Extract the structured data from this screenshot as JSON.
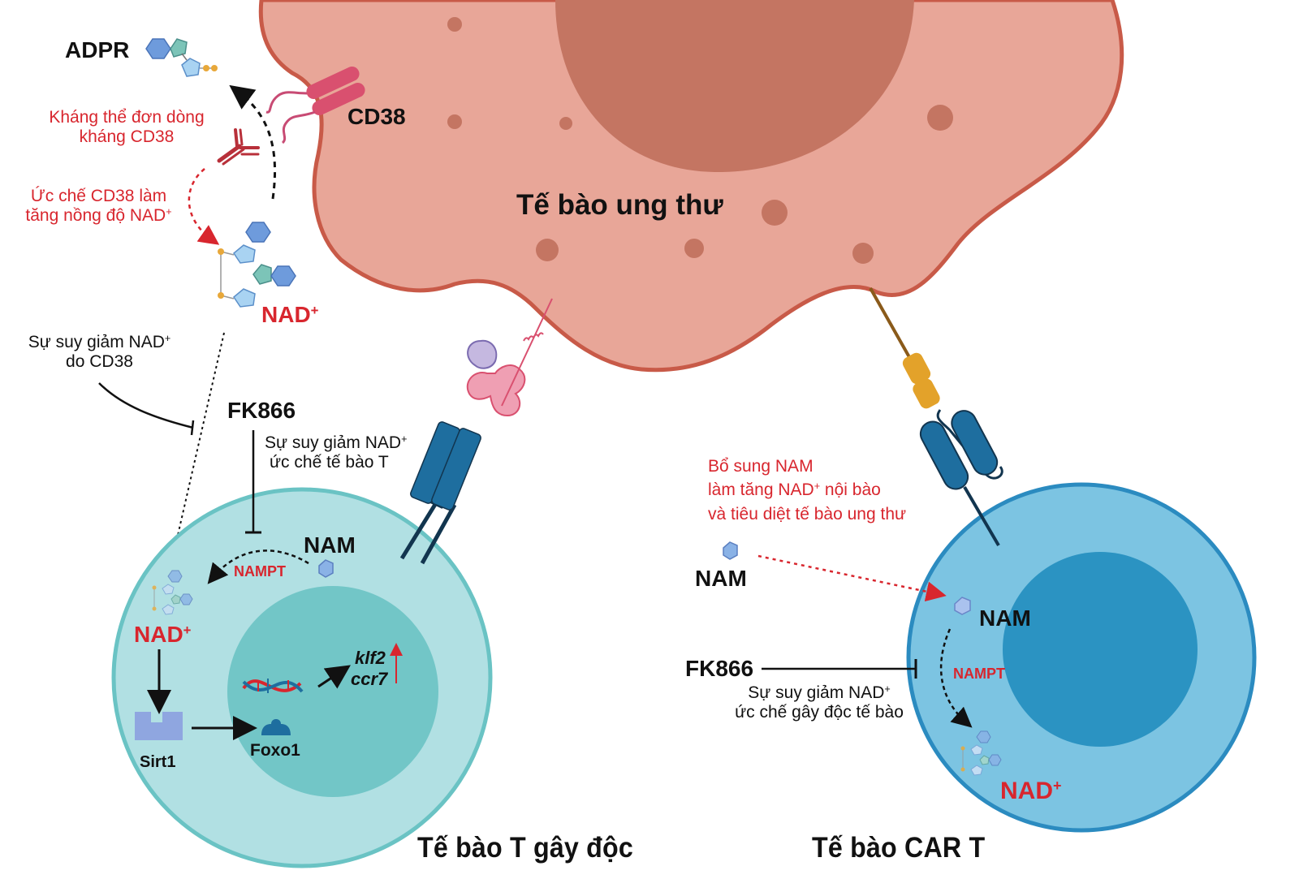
{
  "colors": {
    "cancer_cell_fill": "#e8a698",
    "cancer_cell_border": "#c85a48",
    "cancer_nucleus": "#c47562",
    "t_cell_fill": "#b1e0e3",
    "t_cell_border": "#6ac3c4",
    "t_cell_nucleus": "#72c6c7",
    "car_t_fill": "#7cc4e2",
    "car_t_border": "#2b8bc0",
    "car_t_nucleus": "#2b93c2",
    "receptor_blue": "#1e6e9f",
    "cd38_pink": "#d9506f",
    "car_antigen_gold": "#e3a22a",
    "annotation_red": "#d8262e",
    "text_black": "#111111"
  },
  "labels": {
    "adpr": "ADPR",
    "cd38": "CD38",
    "antibody_line1": "Kháng thể đơn dòng",
    "antibody_line2": "kháng CD38",
    "inhibit_cd38_line1": "Ức chế CD38 làm",
    "inhibit_cd38_line2": "tăng nồng độ NAD",
    "plus": "+",
    "nad_top": "NAD",
    "cd38_depletion_line1": "Sự suy giảm NAD",
    "cd38_depletion_line2": "do CD38",
    "fk866_left": "FK866",
    "fk866_note_line1": "Sự suy giảm NAD",
    "fk866_note_line2": "ức chế tế bào T",
    "cancer_cell": "Tế bào ung thư",
    "nam_left": "NAM",
    "nampt_left": "NAMPT",
    "nad_left": "NAD",
    "sirt1": "Sirt1",
    "foxo1": "Foxo1",
    "klf2": "klf2",
    "ccr7": "ccr7",
    "t_cell_title": "Tế bào T gây độc",
    "nam_supp_line1": "Bổ sung NAM",
    "nam_supp_line2a": "làm tăng NAD",
    "nam_supp_line2b": " nội bào",
    "nam_supp_line3": "và tiêu diệt tế bào ung thư",
    "nam_outside": "NAM",
    "nam_right": "NAM",
    "fk866_right": "FK866",
    "fk866_right_note_line1": "Sự suy giảm NAD",
    "fk866_right_note_line2": "ức chế gây độc tế bào",
    "nampt_right": "NAMPT",
    "nad_right": "NAD",
    "car_t_title": "Tế bào CAR T"
  }
}
